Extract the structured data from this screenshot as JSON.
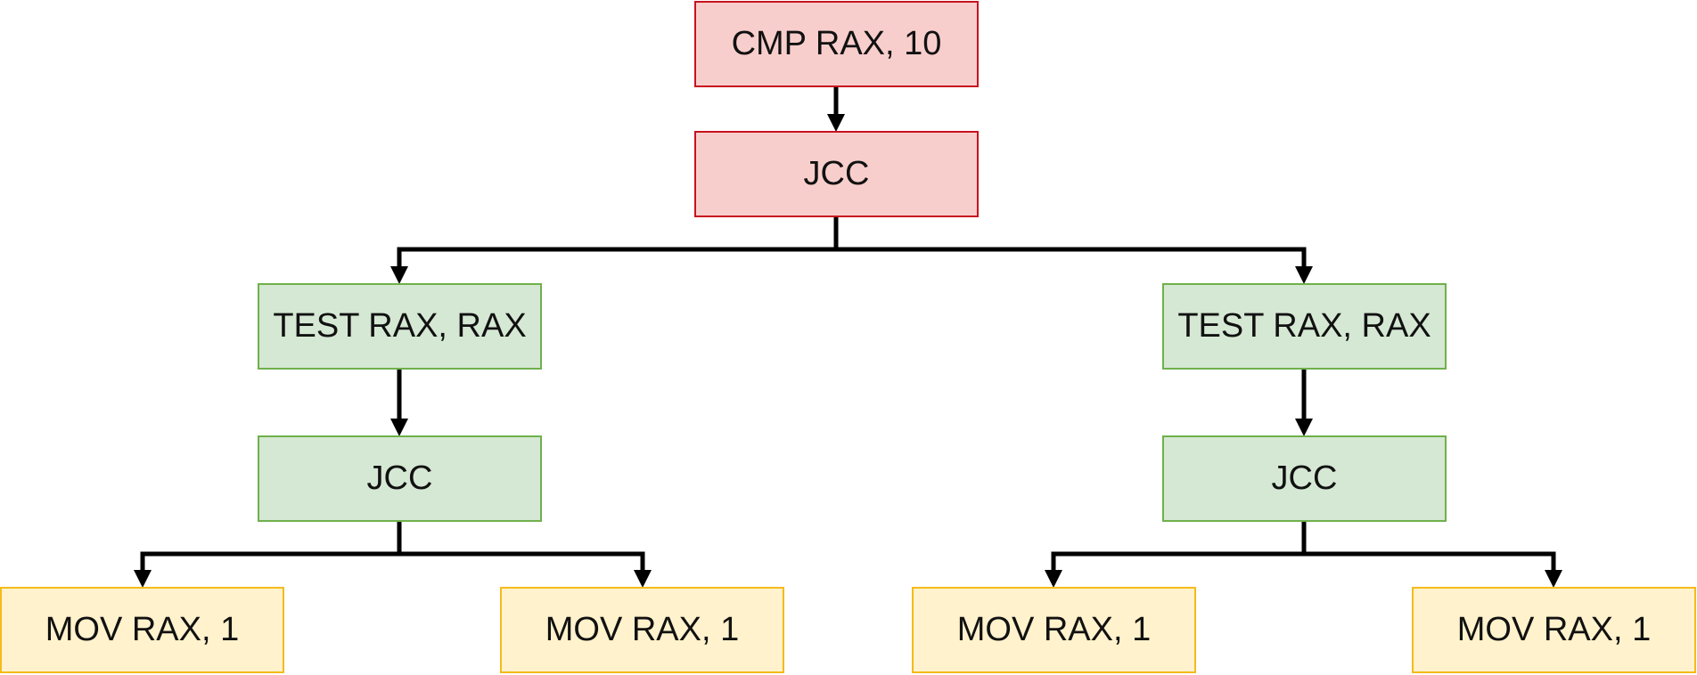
{
  "nodes": {
    "cmp": "CMP RAX, 10",
    "jcc_root": "JCC",
    "test_left": "TEST RAX, RAX",
    "jcc_left": "JCC",
    "test_right": "TEST RAX, RAX",
    "jcc_right": "JCC",
    "mov_1": "MOV RAX, 1",
    "mov_2": "MOV RAX, 1",
    "mov_3": "MOV RAX, 1",
    "mov_4": "MOV RAX, 1"
  },
  "edges": [
    [
      "cmp",
      "jcc_root"
    ],
    [
      "jcc_root",
      "test_left"
    ],
    [
      "jcc_root",
      "test_right"
    ],
    [
      "test_left",
      "jcc_left"
    ],
    [
      "test_right",
      "jcc_right"
    ],
    [
      "jcc_left",
      "mov_1"
    ],
    [
      "jcc_left",
      "mov_2"
    ],
    [
      "jcc_right",
      "mov_3"
    ],
    [
      "jcc_right",
      "mov_4"
    ]
  ],
  "colors": {
    "red_fill": "#f8cecc",
    "red_border": "#c8131f",
    "green_fill": "#d5e8d4",
    "green_border": "#6fb04c",
    "yellow_fill": "#fff2cc",
    "yellow_border": "#f4bb1a",
    "edge": "#000000"
  }
}
